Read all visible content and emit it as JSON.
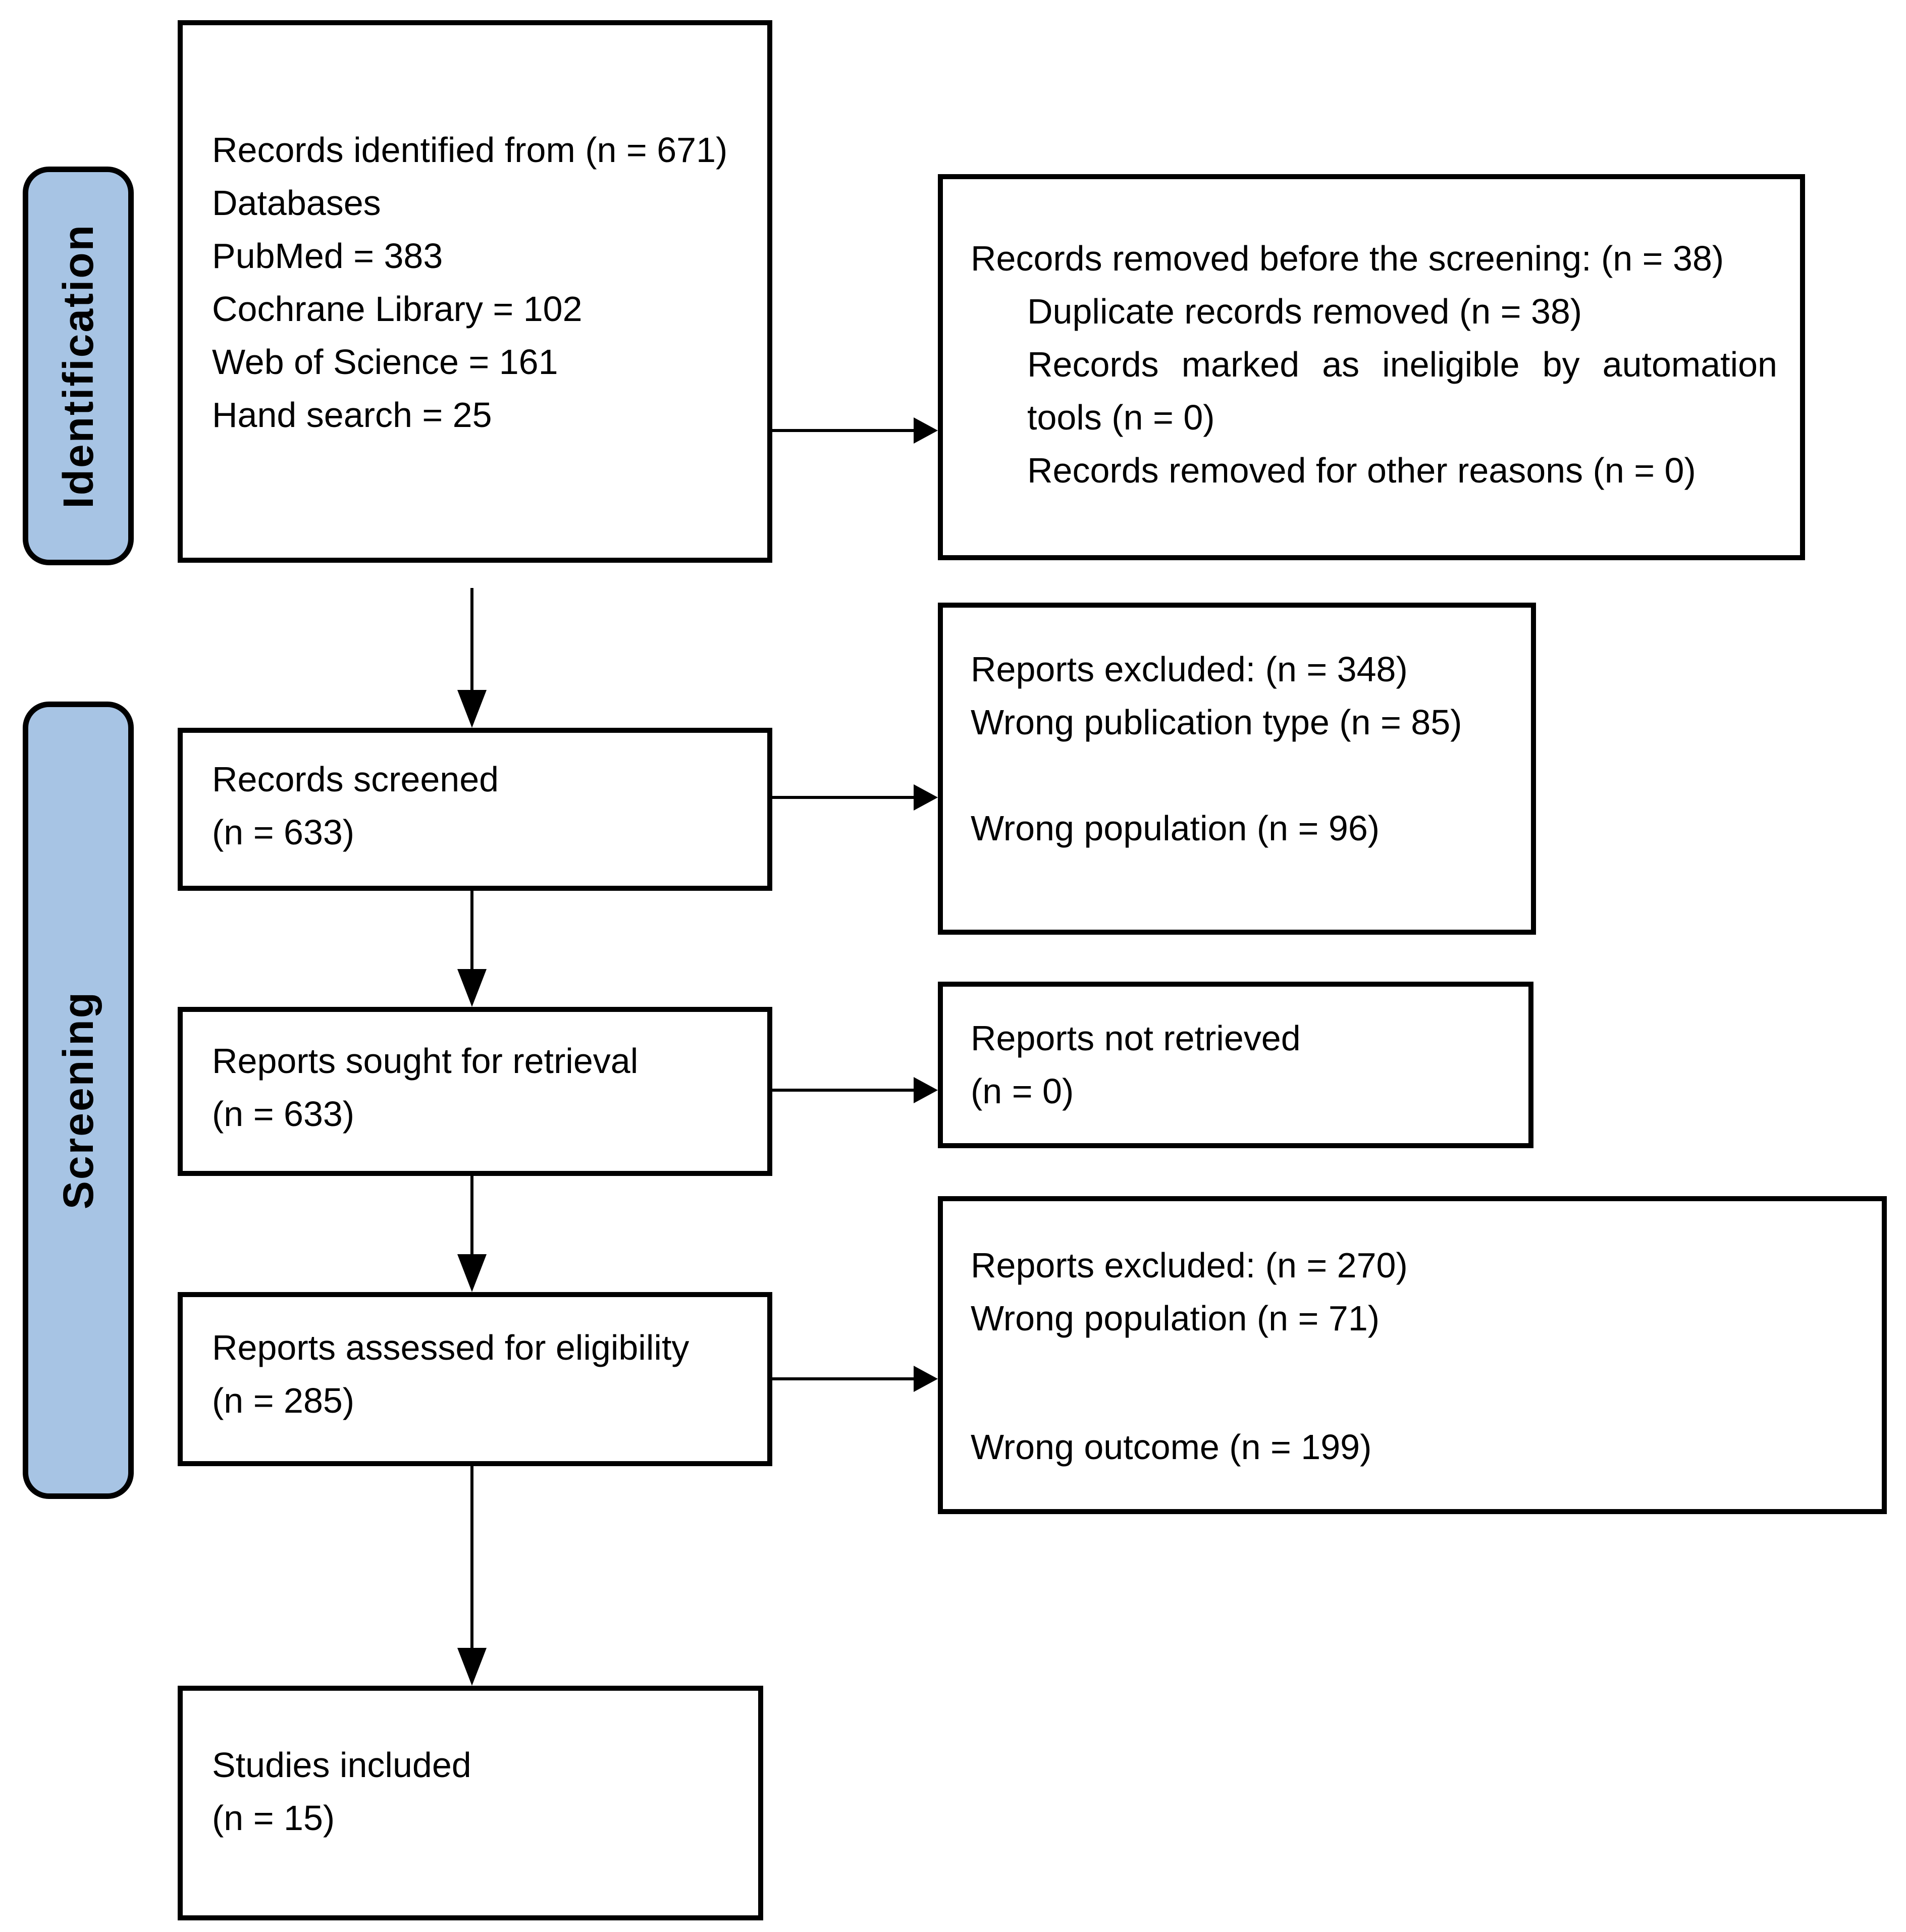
{
  "colors": {
    "stage_fill": "#a7c4e4",
    "stroke": "#000000",
    "background": "#ffffff"
  },
  "stages": {
    "identification": {
      "label": "Identification"
    },
    "screening": {
      "label": "Screening"
    }
  },
  "boxes": {
    "identified": {
      "lines": [
        "Records identified from (n = 671)",
        "Databases",
        "PubMed = 383",
        "Cochrane Library = 102",
        "Web of Science = 161",
        "Hand search = 25"
      ]
    },
    "removed_before_screening": {
      "title": "Records removed before the screening: (n = 38)",
      "items": [
        "Duplicate records removed (n = 38)",
        "Records marked as ineligible by automation tools (n = 0)",
        "Records removed for other reasons (n = 0)"
      ]
    },
    "screened": {
      "lines": [
        "Records screened",
        "(n = 633)"
      ]
    },
    "excluded_screening": {
      "title": "Reports excluded: (n = 348)",
      "items": [
        "Wrong publication type (n = 85)",
        "Wrong population (n = 96)"
      ]
    },
    "sought": {
      "lines": [
        "Reports sought for retrieval",
        "(n = 633)"
      ]
    },
    "not_retrieved": {
      "lines": [
        "Reports not retrieved",
        "(n = 0)"
      ]
    },
    "assessed": {
      "lines": [
        "Reports assessed for eligibility",
        "(n = 285)"
      ]
    },
    "excluded_eligibility": {
      "title": "Reports excluded: (n = 270)",
      "items": [
        "Wrong population (n = 71)",
        "Wrong outcome (n = 199)"
      ]
    },
    "included": {
      "lines": [
        "Studies included",
        "(n = 15)"
      ]
    }
  }
}
